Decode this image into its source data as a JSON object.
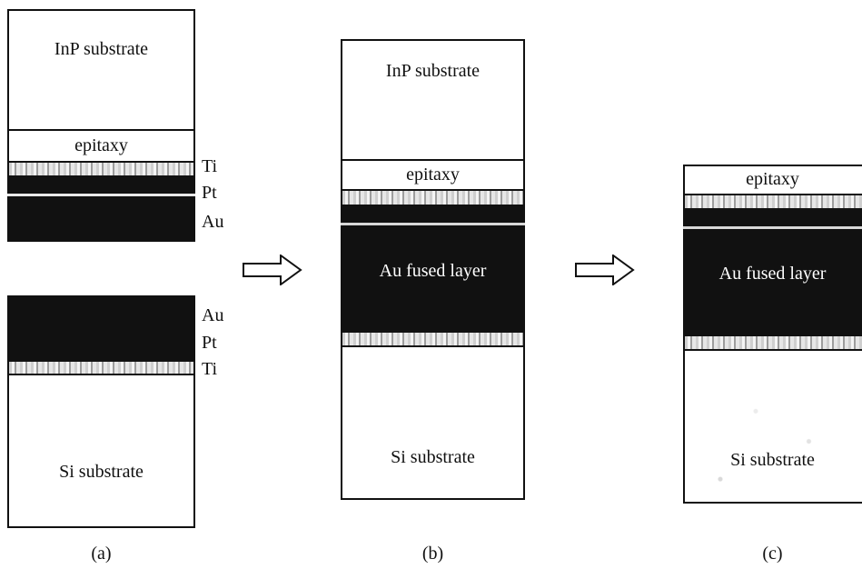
{
  "panel_a": {
    "top_stack": {
      "substrate": "InP substrate",
      "epitaxy": "epitaxy",
      "labels": [
        "Ti",
        "Pt",
        "Au"
      ]
    },
    "bottom_stack": {
      "labels": [
        "Au",
        "Pt",
        "Ti"
      ],
      "substrate": "Si substrate"
    },
    "caption": "(a)"
  },
  "panel_b": {
    "substrate_top": "InP substrate",
    "epitaxy": "epitaxy",
    "fused": "Au fused layer",
    "substrate_bottom": "Si substrate",
    "caption": "(b)"
  },
  "panel_c": {
    "epitaxy": "epitaxy",
    "fused": "Au fused layer",
    "substrate_bottom": "Si substrate",
    "caption": "(c)"
  },
  "colors": {
    "metal": "#111111",
    "outline": "#111111",
    "background": "#ffffff"
  },
  "icons": [
    "right-arrow-icon",
    "right-arrow-icon"
  ]
}
